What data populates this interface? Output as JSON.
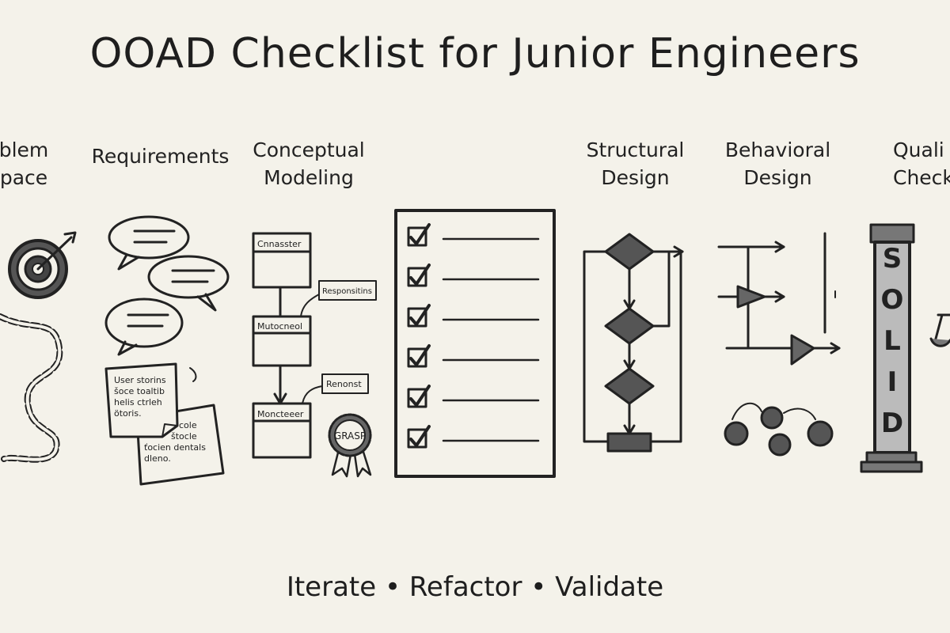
{
  "title": "OOAD Checklist for Junior Engineers",
  "columns": [
    {
      "line1": "blem",
      "line2": "pace"
    },
    {
      "line1": "Requirements",
      "line2": ""
    },
    {
      "line1": "Conceptual",
      "line2": "Modeling"
    },
    {
      "line1": "Structural",
      "line2": "Design"
    },
    {
      "line1": "Behavioral",
      "line2": "Design"
    },
    {
      "line1": "Quali",
      "line2": "Check"
    }
  ],
  "requirements": {
    "note1": [
      "User storins",
      "šoce toaltib",
      "helis ctrleh",
      "ötoris."
    ],
    "note2": [
      "cole",
      "štocle",
      "ťocien dentals",
      "dleno."
    ]
  },
  "conceptual": {
    "classes": [
      "Cnnasster",
      "Mutocneol",
      "Moncteeer"
    ],
    "notes": [
      "Responsitins",
      "Renonst"
    ],
    "badge": "GRASP"
  },
  "quality": {
    "pillar_letters": [
      "S",
      "O",
      "L",
      "I",
      "D"
    ]
  },
  "footer": "Iterate • Refactor • Validate"
}
